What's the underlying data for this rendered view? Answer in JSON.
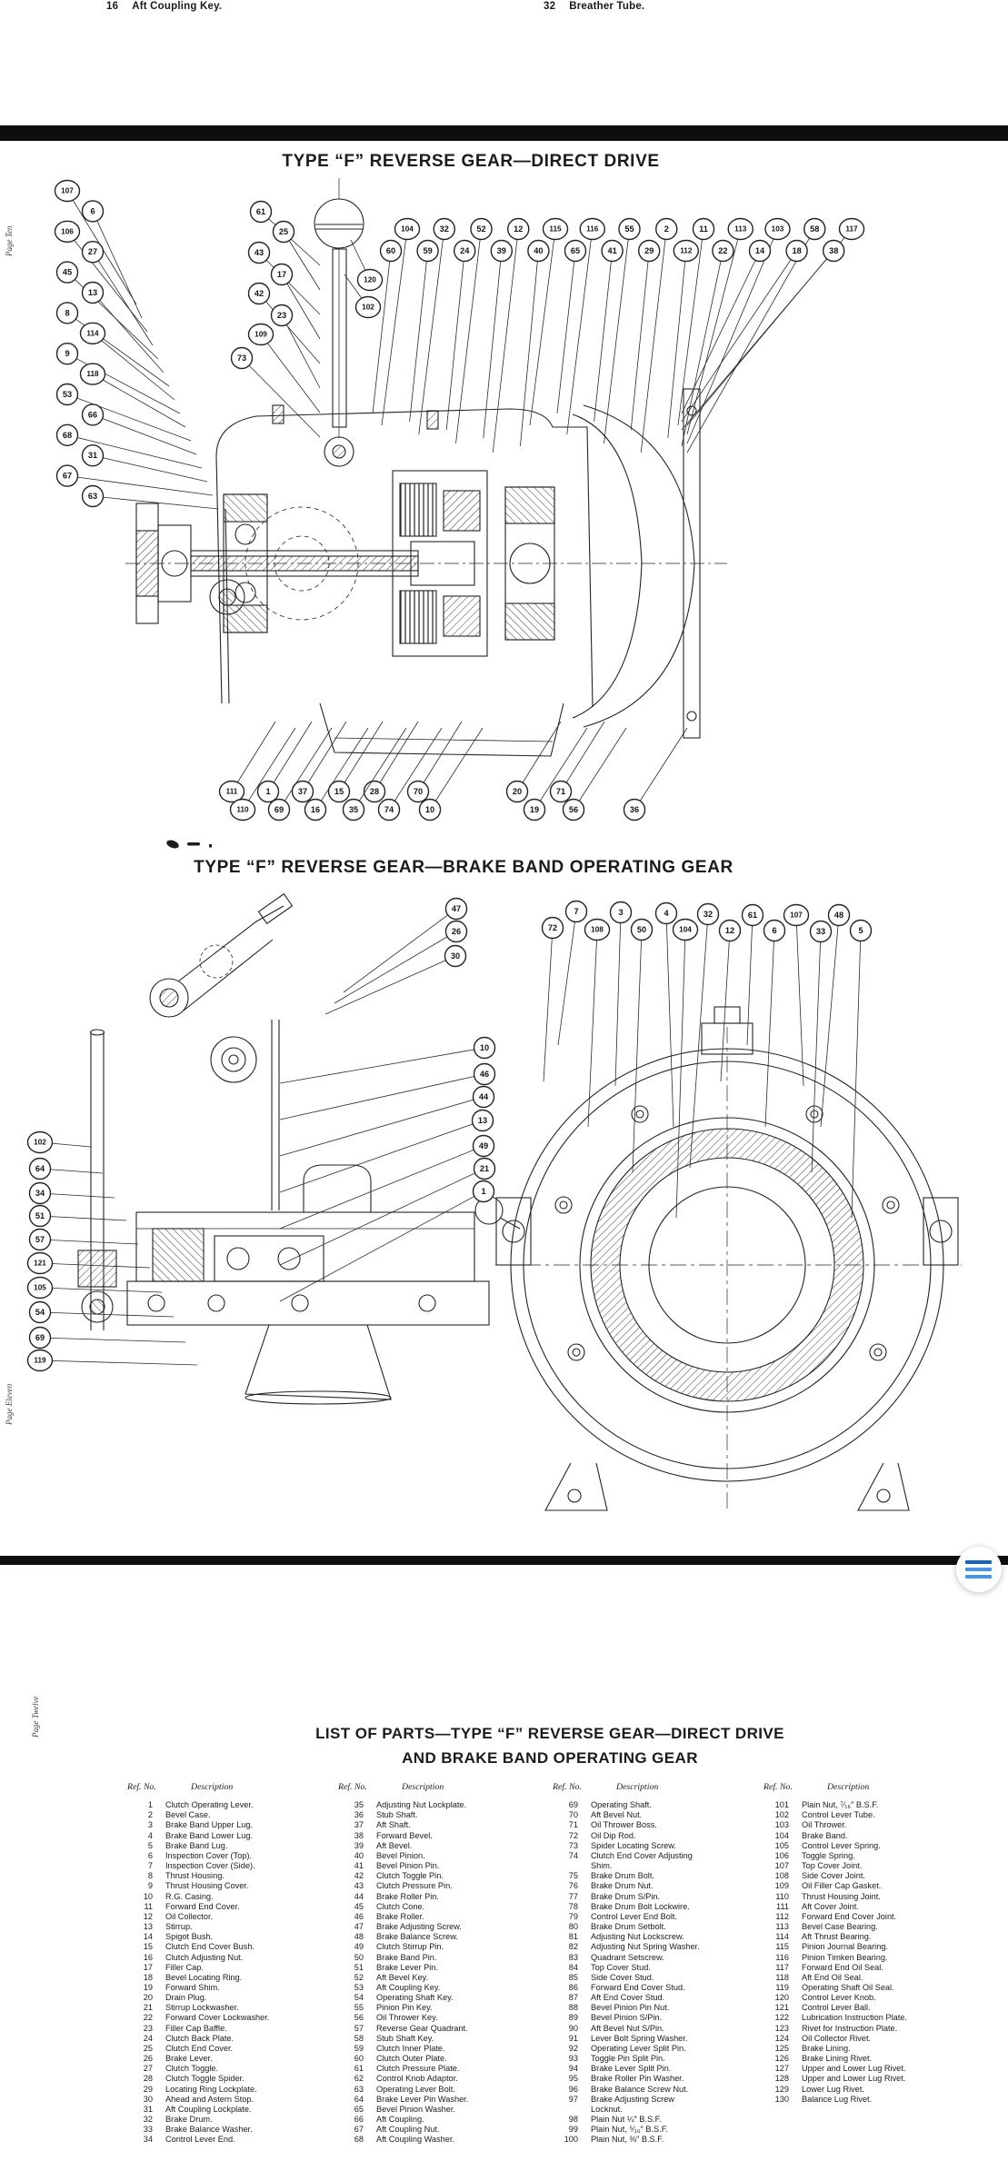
{
  "top_strip": {
    "items": [
      {
        "ref": "16",
        "desc": "Aft Coupling Key."
      },
      {
        "ref": "32",
        "desc": "Breather Tube."
      }
    ]
  },
  "side_labels": {
    "page_ten": "Page Ten",
    "page_eleven": "Page Eleven",
    "page_twelve": "Page Twelve"
  },
  "figure1": {
    "title": "TYPE “F” REVERSE GEAR—DIRECT DRIVE",
    "callouts": {
      "left_column": [
        "107",
        "6",
        "106",
        "27",
        "45",
        "13",
        "8",
        "114",
        "9",
        "118",
        "53",
        "66",
        "68",
        "31",
        "67",
        "63"
      ],
      "upper_left": [
        "61",
        "25",
        "43",
        "17",
        "42",
        "23",
        "109",
        "73"
      ],
      "knob": [
        "120",
        "102"
      ],
      "top_upper": [
        "104",
        "32",
        "52",
        "12",
        "115",
        "116",
        "55",
        "2",
        "11",
        "113",
        "103",
        "58",
        "117"
      ],
      "top_lower": [
        "60",
        "59",
        "24",
        "39",
        "40",
        "65",
        "41",
        "29",
        "112",
        "22",
        "14",
        "18",
        "38"
      ],
      "bottom_upper": [
        "111",
        "1",
        "37",
        "15",
        "28",
        "70",
        "20",
        "71"
      ],
      "bottom_lower": [
        "110",
        "69",
        "16",
        "35",
        "74",
        "10",
        "19",
        "56",
        "36"
      ]
    }
  },
  "figure2": {
    "title": "TYPE “F” REVERSE GEAR—BRAKE BAND OPERATING GEAR",
    "callouts": {
      "top_small": [
        "47",
        "26",
        "30"
      ],
      "left_column": [
        "102",
        "64",
        "34",
        "51",
        "57",
        "121",
        "105",
        "54",
        "69",
        "119"
      ],
      "mid_column": [
        "10",
        "46",
        "44",
        "13",
        "49",
        "21",
        "1"
      ],
      "right_upper": [
        "7",
        "3",
        "4",
        "32",
        "61",
        "107",
        "48"
      ],
      "right_lower": [
        "72",
        "108",
        "50",
        "104",
        "12",
        "6",
        "33",
        "5"
      ]
    }
  },
  "parts_list": {
    "title_line1": "LIST OF PARTS—TYPE “F” REVERSE GEAR—DIRECT DRIVE",
    "title_line2": "AND BRAKE BAND OPERATING GEAR",
    "col_headers": {
      "ref": "Ref. No.",
      "desc": "Description"
    },
    "columns": [
      [
        {
          "ref": "1",
          "desc": "Clutch Operating Lever."
        },
        {
          "ref": "2",
          "desc": "Bevel Case."
        },
        {
          "ref": "3",
          "desc": "Brake Band Upper Lug."
        },
        {
          "ref": "4",
          "desc": "Brake Band Lower Lug."
        },
        {
          "ref": "5",
          "desc": "Brake Band Lug."
        },
        {
          "ref": "6",
          "desc": "Inspection Cover (Top)."
        },
        {
          "ref": "7",
          "desc": "Inspection Cover (Side)."
        },
        {
          "ref": "8",
          "desc": "Thrust Housing."
        },
        {
          "ref": "9",
          "desc": "Thrust Housing Cover."
        },
        {
          "ref": "10",
          "desc": "R.G. Casing."
        },
        {
          "ref": "11",
          "desc": "Forward End Cover."
        },
        {
          "ref": "12",
          "desc": "Oil Collector."
        },
        {
          "ref": "13",
          "desc": "Stirrup."
        },
        {
          "ref": "14",
          "desc": "Spigot Bush."
        },
        {
          "ref": "15",
          "desc": "Clutch End Cover Bush."
        },
        {
          "ref": "16",
          "desc": "Clutch Adjusting Nut."
        },
        {
          "ref": "17",
          "desc": "Filler Cap."
        },
        {
          "ref": "18",
          "desc": "Bevel Locating Ring."
        },
        {
          "ref": "19",
          "desc": "Forward Shim."
        },
        {
          "ref": "20",
          "desc": "Drain Plug."
        },
        {
          "ref": "21",
          "desc": "Stirrup Lockwasher."
        },
        {
          "ref": "22",
          "desc": "Forward Cover Lockwasher."
        },
        {
          "ref": "23",
          "desc": "Filler Cap Baffle."
        },
        {
          "ref": "24",
          "desc": "Clutch Back Plate."
        },
        {
          "ref": "25",
          "desc": "Clutch End Cover."
        },
        {
          "ref": "26",
          "desc": "Brake Lever."
        },
        {
          "ref": "27",
          "desc": "Clutch Toggle."
        },
        {
          "ref": "28",
          "desc": "Clutch Toggle Spider."
        },
        {
          "ref": "29",
          "desc": "Locating Ring Lockplate."
        },
        {
          "ref": "30",
          "desc": "Ahead and Astern Stop."
        },
        {
          "ref": "31",
          "desc": "Aft Coupling Lockplate."
        },
        {
          "ref": "32",
          "desc": "Brake Drum."
        },
        {
          "ref": "33",
          "desc": "Brake Balance Washer."
        },
        {
          "ref": "34",
          "desc": "Control Lever End."
        }
      ],
      [
        {
          "ref": "35",
          "desc": "Adjusting Nut Lockplate."
        },
        {
          "ref": "36",
          "desc": "Stub Shaft."
        },
        {
          "ref": "37",
          "desc": "Aft Shaft."
        },
        {
          "ref": "38",
          "desc": "Forward Bevel."
        },
        {
          "ref": "39",
          "desc": "Aft Bevel."
        },
        {
          "ref": "40",
          "desc": "Bevel Pinion."
        },
        {
          "ref": "41",
          "desc": "Bevel Pinion Pin."
        },
        {
          "ref": "42",
          "desc": "Clutch Toggle Pin."
        },
        {
          "ref": "43",
          "desc": "Clutch Pressure Pin."
        },
        {
          "ref": "44",
          "desc": "Brake Roller Pin."
        },
        {
          "ref": "45",
          "desc": "Clutch Cone."
        },
        {
          "ref": "46",
          "desc": "Brake Roller."
        },
        {
          "ref": "47",
          "desc": "Brake Adjusting Screw."
        },
        {
          "ref": "48",
          "desc": "Brake Balance Screw."
        },
        {
          "ref": "49",
          "desc": "Clutch Stirrup Pin."
        },
        {
          "ref": "50",
          "desc": "Brake Band Pin."
        },
        {
          "ref": "51",
          "desc": "Brake Lever Pin."
        },
        {
          "ref": "52",
          "desc": "Aft Bevel Key."
        },
        {
          "ref": "53",
          "desc": "Aft Coupling Key."
        },
        {
          "ref": "54",
          "desc": "Operating Shaft Key."
        },
        {
          "ref": "55",
          "desc": "Pinion Pin Key."
        },
        {
          "ref": "56",
          "desc": "Oil Thrower Key."
        },
        {
          "ref": "57",
          "desc": "Reverse Gear Quadrant."
        },
        {
          "ref": "58",
          "desc": "Stub Shaft Key."
        },
        {
          "ref": "59",
          "desc": "Clutch Inner Plate."
        },
        {
          "ref": "60",
          "desc": "Clutch Outer Plate."
        },
        {
          "ref": "61",
          "desc": "Clutch Pressure Plate."
        },
        {
          "ref": "62",
          "desc": "Control Knob Adaptor."
        },
        {
          "ref": "63",
          "desc": "Operating Lever Bolt."
        },
        {
          "ref": "64",
          "desc": "Brake Lever Pin Washer."
        },
        {
          "ref": "65",
          "desc": "Bevel Pinion Washer."
        },
        {
          "ref": "66",
          "desc": "Aft Coupling."
        },
        {
          "ref": "67",
          "desc": "Aft Coupling Nut."
        },
        {
          "ref": "68",
          "desc": "Aft Coupling Washer."
        }
      ],
      [
        {
          "ref": "69",
          "desc": "Operating Shaft."
        },
        {
          "ref": "70",
          "desc": "Aft Bevel Nut."
        },
        {
          "ref": "71",
          "desc": "Oil Thrower Boss."
        },
        {
          "ref": "72",
          "desc": "Oil Dip Rod."
        },
        {
          "ref": "73",
          "desc": "Spider Locating Screw."
        },
        {
          "ref": "74",
          "desc": "Clutch End Cover Adjusting\nShim."
        },
        {
          "ref": "75",
          "desc": "Brake Drum Bolt."
        },
        {
          "ref": "76",
          "desc": "Brake Drum Nut."
        },
        {
          "ref": "77",
          "desc": "Brake Drum S/Pin."
        },
        {
          "ref": "78",
          "desc": "Brake Drum Bolt Lockwire."
        },
        {
          "ref": "79",
          "desc": "Control Lever End Bolt."
        },
        {
          "ref": "80",
          "desc": "Brake Drum Setbolt."
        },
        {
          "ref": "81",
          "desc": "Adjusting Nut Lockscrew."
        },
        {
          "ref": "82",
          "desc": "Adjusting Nut Spring Washer."
        },
        {
          "ref": "83",
          "desc": "Quadrant Setscrew."
        },
        {
          "ref": "84",
          "desc": "Top Cover Stud."
        },
        {
          "ref": "85",
          "desc": "Side Cover Stud."
        },
        {
          "ref": "86",
          "desc": "Forward End Cover Stud."
        },
        {
          "ref": "87",
          "desc": "Aft End Cover Stud."
        },
        {
          "ref": "88",
          "desc": "Bevel Pinion Pin Nut."
        },
        {
          "ref": "89",
          "desc": "Bevel Pinion S/Pin."
        },
        {
          "ref": "90",
          "desc": "Aft Bevel Nut S/Pin."
        },
        {
          "ref": "91",
          "desc": "Lever Bolt Spring Washer."
        },
        {
          "ref": "92",
          "desc": "Operating Lever Split Pin."
        },
        {
          "ref": "93",
          "desc": "Toggle Pin Split Pin."
        },
        {
          "ref": "94",
          "desc": "Brake Lever Split Pin."
        },
        {
          "ref": "95",
          "desc": "Brake Roller Pin Washer."
        },
        {
          "ref": "96",
          "desc": "Brake Balance Screw Nut."
        },
        {
          "ref": "97",
          "desc": "Brake Adjusting Screw\nLocknut."
        },
        {
          "ref": "98",
          "desc": "Plain Nut ¼″ B.S.F."
        },
        {
          "ref": "99",
          "desc": "Plain Nut, ⁵⁄₁₆″ B.S.F."
        },
        {
          "ref": "100",
          "desc": "Plain Nut, ⅜″ B.S.F."
        }
      ],
      [
        {
          "ref": "101",
          "desc": "Plain Nut, ⁷⁄₁₆″ B.S.F."
        },
        {
          "ref": "102",
          "desc": "Control Lever Tube."
        },
        {
          "ref": "103",
          "desc": "Oil Thrower."
        },
        {
          "ref": "104",
          "desc": "Brake Band."
        },
        {
          "ref": "105",
          "desc": "Control Lever Spring."
        },
        {
          "ref": "106",
          "desc": "Toggle Spring."
        },
        {
          "ref": "107",
          "desc": "Top Cover Joint."
        },
        {
          "ref": "108",
          "desc": "Side Cover Joint."
        },
        {
          "ref": "109",
          "desc": "Oil Filler Cap Gasket."
        },
        {
          "ref": "110",
          "desc": "Thrust Housing Joint."
        },
        {
          "ref": "111",
          "desc": "Aft Cover Joint."
        },
        {
          "ref": "112",
          "desc": "Forward End Cover Joint."
        },
        {
          "ref": "113",
          "desc": "Bevel Case Bearing."
        },
        {
          "ref": "114",
          "desc": "Aft Thrust Bearing."
        },
        {
          "ref": "115",
          "desc": "Pinion Journal Bearing."
        },
        {
          "ref": "116",
          "desc": "Pinion Timken Bearing."
        },
        {
          "ref": "117",
          "desc": "Forward End Oil Seal."
        },
        {
          "ref": "118",
          "desc": "Aft End Oil Seal."
        },
        {
          "ref": "119",
          "desc": "Operating Shaft Oil Seal."
        },
        {
          "ref": "120",
          "desc": "Control Lever Knob."
        },
        {
          "ref": "121",
          "desc": "Control Lever Ball."
        },
        {
          "ref": "122",
          "desc": "Lubrication Instruction Plate."
        },
        {
          "ref": "123",
          "desc": "Rivet for Instruction Plate."
        },
        {
          "ref": "124",
          "desc": "Oil Collector Rivet."
        },
        {
          "ref": "125",
          "desc": "Brake Lining."
        },
        {
          "ref": "126",
          "desc": "Brake Lining Rivet."
        },
        {
          "ref": "127",
          "desc": "Upper and Lower Lug Rivet."
        },
        {
          "ref": "128",
          "desc": "Upper and Lower Lug Rivet."
        },
        {
          "ref": "129",
          "desc": "Lower Lug Rivet."
        },
        {
          "ref": "130",
          "desc": "Balance Lug Rivet."
        }
      ]
    ]
  },
  "fab": {
    "icon": "hamburger-menu-icon",
    "colors": {
      "top_line": "#1565c0",
      "mid_line": "#4794ec",
      "bottom_line": "#4794ec"
    }
  }
}
